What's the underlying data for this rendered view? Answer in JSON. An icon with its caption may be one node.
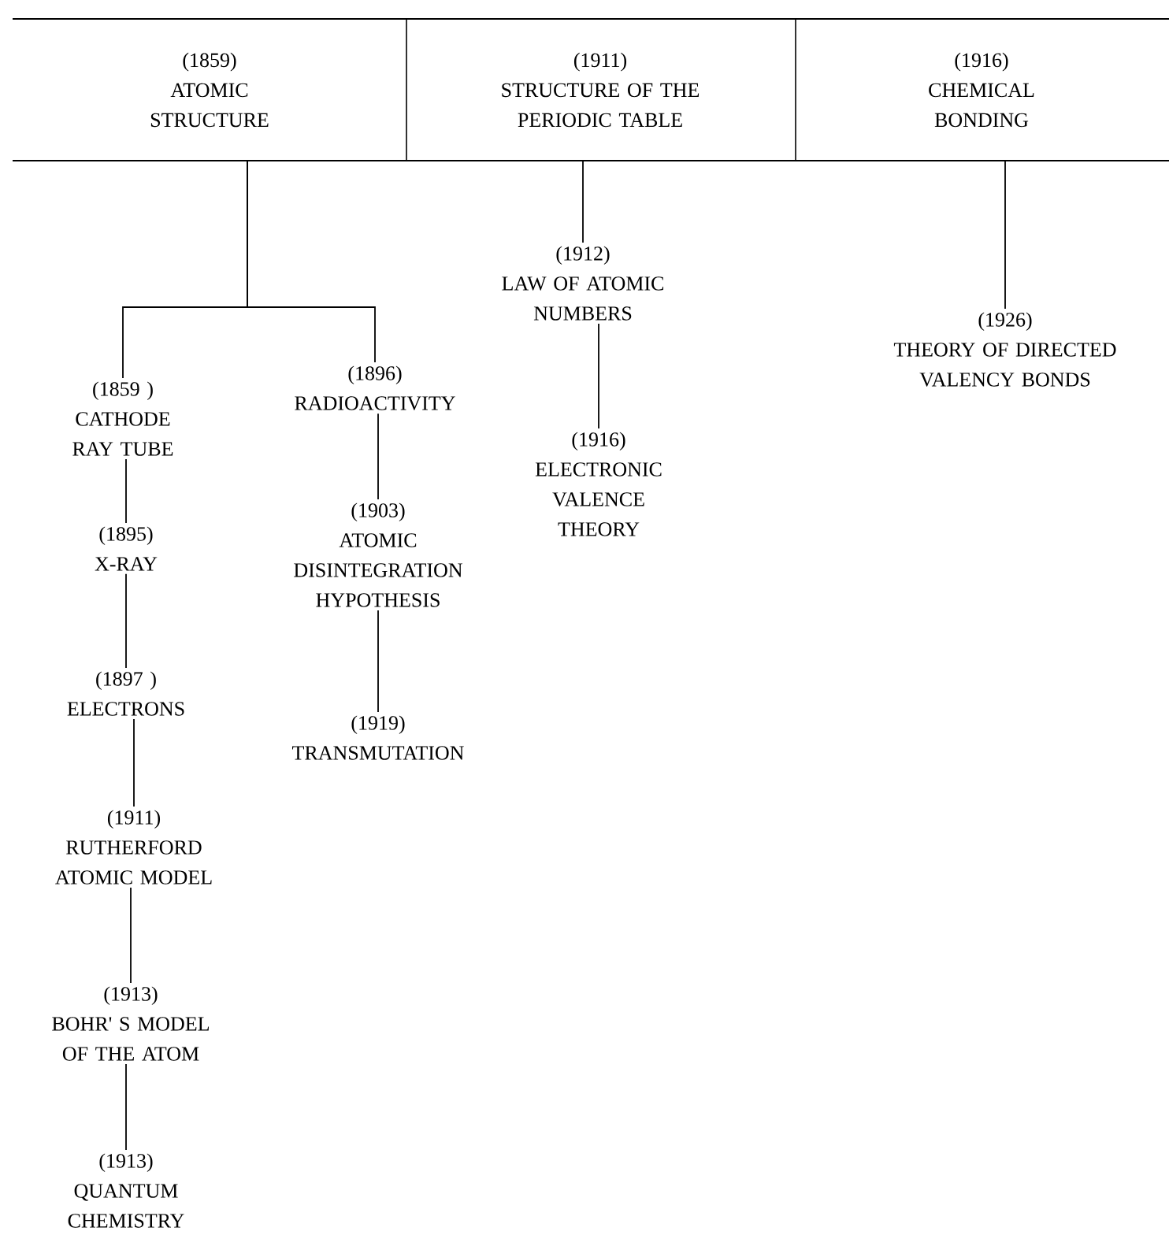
{
  "diagram": {
    "nodes": [
      {
        "text": [
          "(1859)",
          "ATOMIC STRUCTURE"
        ]
      },
      {
        "text": [
          "(1911)",
          "STRUCTURE OF THE PERIODIC TABLE"
        ]
      },
      {
        "text": [
          "(1916)",
          "CHEMICAL BONDING"
        ]
      },
      {
        "text": [
          "(1859 )",
          "CATHODE RAY TUBE"
        ]
      },
      {
        "text": [
          "(1896)",
          "RADIOACTIVITY"
        ]
      },
      {
        "text": [
          "(1895)",
          "X-RAY"
        ]
      },
      {
        "text": [
          "(1903)",
          "ATOMIC DISINTEGRATION HYPOTHESIS"
        ]
      },
      {
        "text": [
          "(1897 )",
          "ELECTRONS"
        ]
      },
      {
        "text": [
          "(1919)",
          "TRANSMUTATION"
        ]
      },
      {
        "text": [
          "(1911)",
          "RUTHERFORD ATOMIC MODEL"
        ]
      },
      {
        "text": [
          "(1913)",
          "BOHR' S MODEL OF THE ATOM"
        ]
      },
      {
        "text": [
          "(1913)",
          "QUANTUM CHEMISTRY"
        ]
      },
      {
        "text": [
          "(1912)",
          "LAW OF ATOMIC NUMBERS"
        ]
      },
      {
        "text": [
          "(1916)",
          "ELECTRONIC VALENCE THEORY"
        ]
      },
      {
        "text": [
          "(1926)",
          "THEORY OF DIRECTED VALENCY BONDS"
        ]
      }
    ],
    "edges": [
      {
        "from": 0,
        "to": 3,
        "arrow": "none"
      },
      {
        "from": 0,
        "to": 4,
        "arrow": "none"
      },
      {
        "from": 3,
        "to": 5,
        "arrow": "none"
      },
      {
        "from": 5,
        "to": 7,
        "arrow": "none"
      },
      {
        "from": 7,
        "to": 9,
        "arrow": "none"
      },
      {
        "from": 9,
        "to": 10,
        "arrow": "none"
      },
      {
        "from": 10,
        "to": 11,
        "arrow": "none"
      },
      {
        "from": 4,
        "to": 6,
        "arrow": "none"
      },
      {
        "from": 6,
        "to": 8,
        "arrow": "none"
      },
      {
        "from": 1,
        "to": 12,
        "arrow": "none"
      },
      {
        "from": 12,
        "to": 13,
        "arrow": "none"
      },
      {
        "from": 2,
        "to": 14,
        "arrow": "none"
      }
    ]
  }
}
